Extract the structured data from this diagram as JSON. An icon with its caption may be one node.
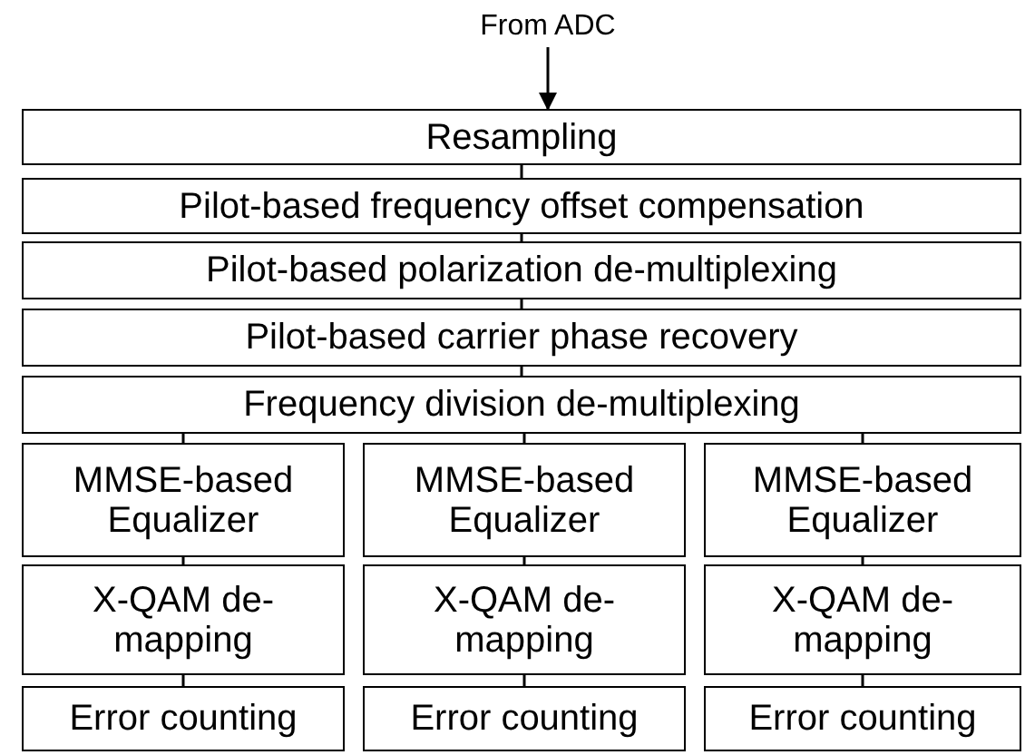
{
  "diagram": {
    "nodes": [
      {
        "text": [
          "From ADC"
        ]
      },
      {
        "text": [
          "Resampling"
        ]
      },
      {
        "text": [
          "Pilot-based frequency offset compensation"
        ]
      },
      {
        "text": [
          "Pilot-based polarization de-multiplexing"
        ]
      },
      {
        "text": [
          "Pilot-based carrier phase recovery"
        ]
      },
      {
        "text": [
          "Frequency division de-multiplexing"
        ]
      },
      {
        "text": [
          "MMSE-based Equalizer"
        ]
      },
      {
        "text": [
          "MMSE-based Equalizer"
        ]
      },
      {
        "text": [
          "MMSE-based Equalizer"
        ]
      },
      {
        "text": [
          "X-QAM de-mapping"
        ]
      },
      {
        "text": [
          "X-QAM de-mapping"
        ]
      },
      {
        "text": [
          "X-QAM de-mapping"
        ]
      },
      {
        "text": [
          "Error counting"
        ]
      },
      {
        "text": [
          "Error counting"
        ]
      },
      {
        "text": [
          "Error counting"
        ]
      }
    ],
    "edges": [
      {
        "from": 0,
        "to": 1,
        "arrow": "to"
      },
      {
        "from": 1,
        "to": 2,
        "arrow": "none"
      },
      {
        "from": 2,
        "to": 3,
        "arrow": "none"
      },
      {
        "from": 3,
        "to": 4,
        "arrow": "none"
      },
      {
        "from": 4,
        "to": 5,
        "arrow": "none"
      },
      {
        "from": 5,
        "to": 6,
        "arrow": "none"
      },
      {
        "from": 5,
        "to": 7,
        "arrow": "none"
      },
      {
        "from": 5,
        "to": 8,
        "arrow": "none"
      },
      {
        "from": 6,
        "to": 9,
        "arrow": "none"
      },
      {
        "from": 7,
        "to": 10,
        "arrow": "none"
      },
      {
        "from": 8,
        "to": 11,
        "arrow": "none"
      },
      {
        "from": 9,
        "to": 12,
        "arrow": "none"
      },
      {
        "from": 10,
        "to": 13,
        "arrow": "none"
      },
      {
        "from": 11,
        "to": 14,
        "arrow": "none"
      }
    ]
  }
}
